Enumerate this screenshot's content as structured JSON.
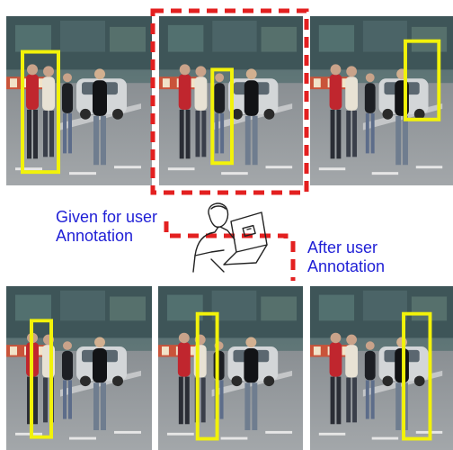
{
  "colors": {
    "bbox": "#f2f20a",
    "dash": "#e32020",
    "caption_given": "#1f1fd6",
    "caption_after": "#1f1fd6",
    "sketch": "#222222"
  },
  "captions": {
    "given_line1": "Given for user",
    "given_line2": "Annotation",
    "after_line1": "After user",
    "after_line2": "Annotation"
  },
  "frames": [
    {
      "row": "top",
      "index": 1,
      "has_box": true
    },
    {
      "row": "top",
      "index": 2,
      "has_box": true,
      "highlighted": true
    },
    {
      "row": "top",
      "index": 3,
      "has_box": true
    },
    {
      "row": "bottom",
      "index": 1,
      "has_box": true
    },
    {
      "row": "bottom",
      "index": 2,
      "has_box": true
    },
    {
      "row": "bottom",
      "index": 3,
      "has_box": true
    }
  ],
  "icons": {
    "annotator": "person-at-laptop-icon"
  }
}
